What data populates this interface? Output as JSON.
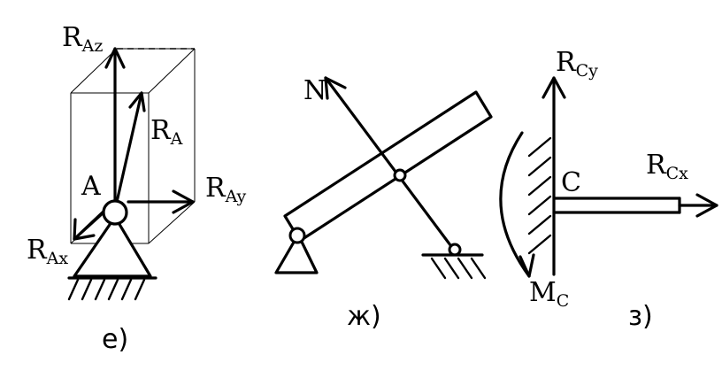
{
  "figure_e": {
    "caption": "е)",
    "point_label": "A",
    "forces": {
      "z": {
        "main": "R",
        "sub": "Az"
      },
      "total": {
        "main": "R",
        "sub": "A"
      },
      "y": {
        "main": "R",
        "sub": "Ay"
      },
      "x": {
        "main": "R",
        "sub": "Ax"
      }
    }
  },
  "figure_zh": {
    "caption": "ж)",
    "force_label": "N"
  },
  "figure_z": {
    "caption": "з)",
    "point_label": "C",
    "forces": {
      "y": {
        "main": "R",
        "sub": "Cy"
      },
      "x": {
        "main": "R",
        "sub": "Cx"
      }
    },
    "moment": {
      "main": "M",
      "sub": "C"
    }
  }
}
